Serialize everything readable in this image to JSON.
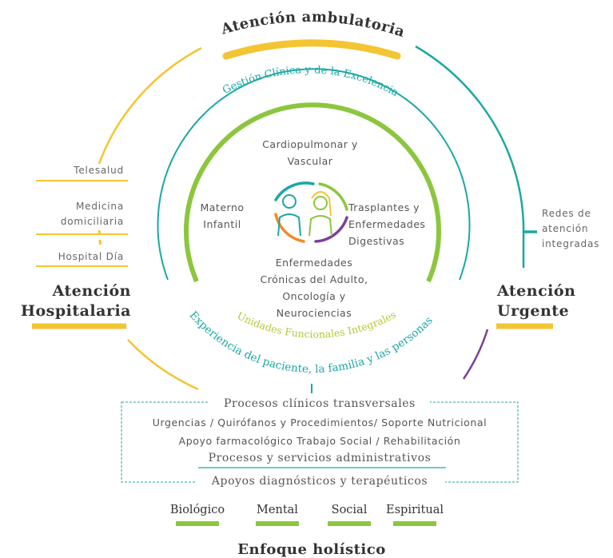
{
  "colors": {
    "yellow": "#f4c532",
    "teal": "#1ca7a4",
    "green": "#8cc63f",
    "purple": "#7b3f98",
    "orange": "#f08a2c",
    "dark": "#333333"
  },
  "outer_ring": {
    "top": "Atención ambulatoria",
    "left": "Atención Hospitalaria",
    "right": "Atención Urgente"
  },
  "left_items": [
    "Telesalud",
    "Medicina domiciliaria",
    "Hospital Día"
  ],
  "right_item": "Redes de atención integradas",
  "teal_arc_top": "Gestión Clínica y de la Excelencia",
  "teal_arc_bottom": "Experiencia del paciente, la familia y las personas",
  "green_arc_bottom": "Unidades Funcionales Integrales",
  "units": {
    "top": "Cardiopulmonar y Vascular",
    "left": "Materno Infantil",
    "right": "Trasplantes y Enfermedades Digestivas",
    "bottom": "Enfermedades Crónicas del Adulto, Oncología y Neurociencias"
  },
  "processes": {
    "title": "Procesos clínicos transversales",
    "line1": "Urgencias / Quirófanos y Procedimientos/ Soporte Nutricional",
    "line2": "Apoyo farmacológico Trabajo Social / Rehabilitación",
    "admin": "Procesos y servicios administrativos",
    "support": "Apoyos diagnósticos y terapéuticos"
  },
  "dimensions": [
    "Biológico",
    "Mental",
    "Social",
    "Espiritual"
  ],
  "footer": "Enfoque holístico"
}
